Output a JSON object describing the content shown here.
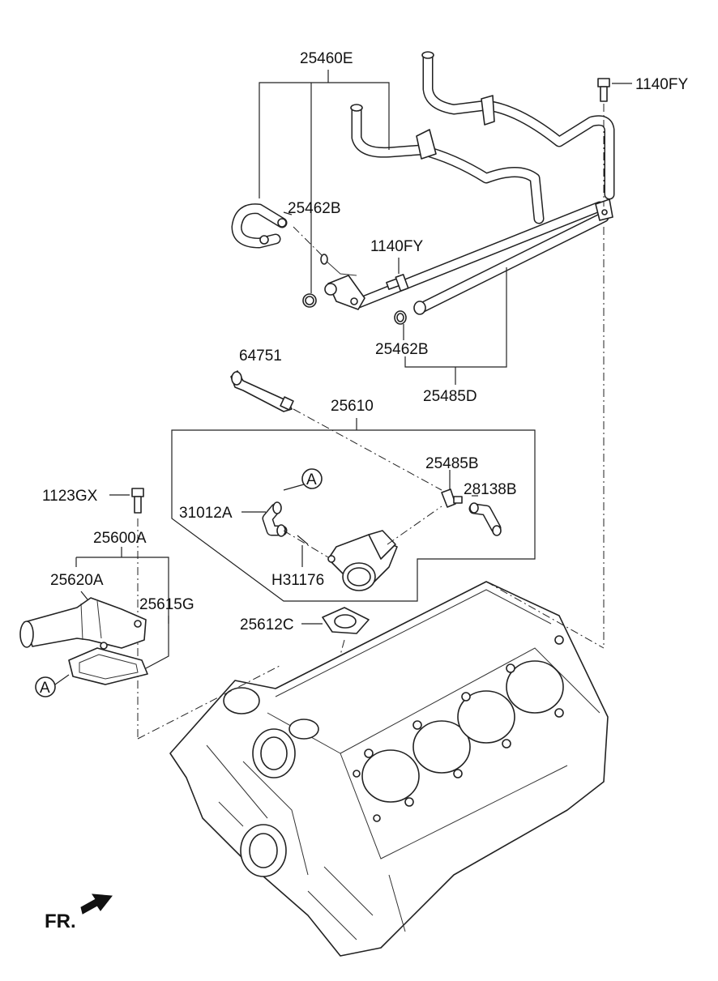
{
  "labels": {
    "p25460E": "25460E",
    "p1140FY_top": "1140FY",
    "p25462B_upper": "25462B",
    "p1140FY_mid": "1140FY",
    "p25462B_lower": "25462B",
    "p25485D": "25485D",
    "p64751": "64751",
    "p25610": "25610",
    "p25485B": "25485B",
    "p28138B": "28138B",
    "p31012A": "31012A",
    "pH31176": "H31176",
    "p1123GX": "1123GX",
    "p25600A": "25600A",
    "p25620A": "25620A",
    "p25615G": "25615G",
    "p25612C": "25612C",
    "ref_a1": "A",
    "ref_a2": "A",
    "front": "FR."
  }
}
